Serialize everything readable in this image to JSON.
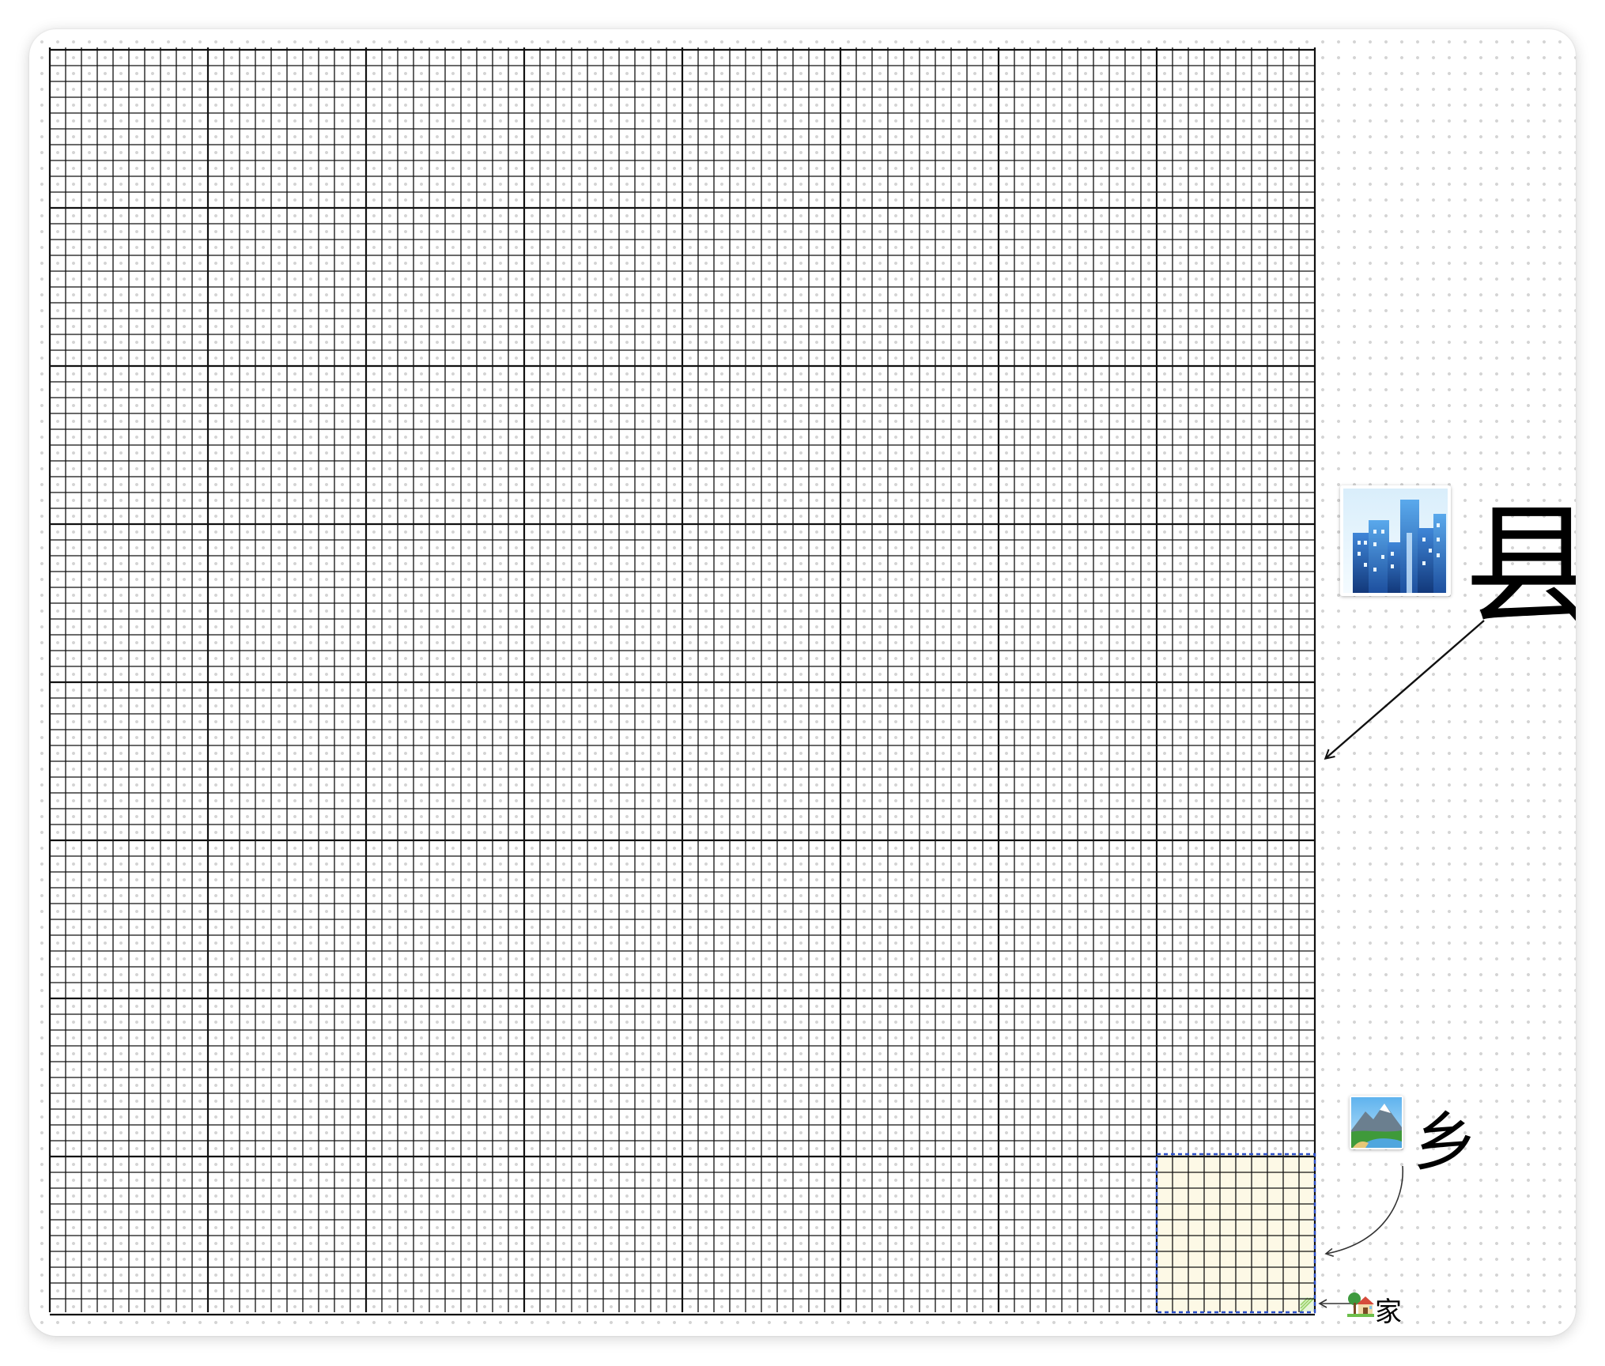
{
  "labels": {
    "county": "县",
    "township": "乡",
    "home": "家"
  },
  "icons": {
    "county_icon": "cityscape-icon",
    "township_icon": "national-park-icon",
    "home_icon": "house-with-garden-icon"
  },
  "grid": {
    "major_columns": 8,
    "major_rows": 8,
    "subdivisions": 10,
    "highlight_block_column": 8,
    "highlight_block_row": 8,
    "highlight_cell_column": 10,
    "highlight_cell_row": 10
  },
  "colors": {
    "grid_line": "#111111",
    "highlight_fill": "#fdf9e6",
    "highlight_border": "#2b4fc9",
    "home_cell": "#9bd36c",
    "arrow": "#111111"
  }
}
